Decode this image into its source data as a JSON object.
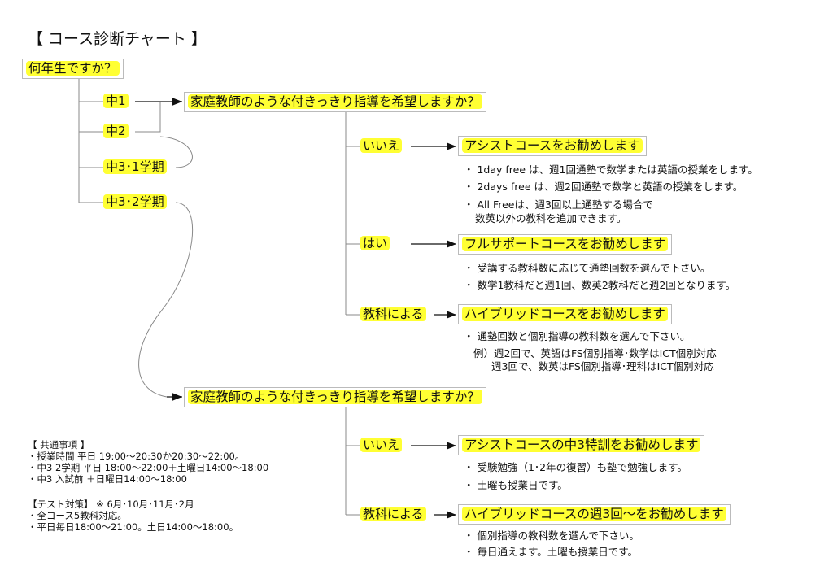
{
  "title": "【 コース診断チャート 】",
  "root_question": "何年生ですか？",
  "grades": [
    "中1",
    "中2",
    "中3･1学期",
    "中3･2学期"
  ],
  "question1": {
    "text": "家庭教師のような付きっきり指導を希望しますか？",
    "answers": [
      {
        "label": "いいえ",
        "result": "アシストコースをお勧めします",
        "bullets": [
          "・ 1day free は、週1回通塾で数学または英語の授業をします。",
          "・ 2days free は、週2回通塾で数学と英語の授業をします。",
          "・ All Freeは、週3回以上通塾する場合で",
          "数英以外の教科を追加できます。"
        ]
      },
      {
        "label": "はい",
        "result": "フルサポートコースをお勧めします",
        "bullets": [
          "・ 受講する教科数に応じて通塾回数を選んで下さい。",
          "・ 数学1教科だと週1回、数英2教科だと週2回となります。"
        ]
      },
      {
        "label": "教科による",
        "result": "ハイブリッドコースをお勧めします",
        "bullets": [
          "・ 通塾回数と個別指導の教科数を選んで下さい。",
          "例）週2回で、英語はFS個別指導･数学はICT個別対応",
          "週3回で、数英はFS個別指導･理科はICT個別対応"
        ]
      }
    ]
  },
  "question2": {
    "text": "家庭教師のような付きっきり指導を希望しますか？",
    "answers": [
      {
        "label": "いいえ",
        "result": "アシストコースの中3特訓をお勧めします",
        "bullets": [
          "・ 受験勉強（1･2年の復習）も塾で勉強します。",
          "・ 土曜も授業日です。"
        ]
      },
      {
        "label": "教科による",
        "result": "ハイブリッドコースの週3回～をお勧めします",
        "bullets": [
          "・ 個別指導の教科数を選んで下さい。",
          "・ 毎日通えます。土曜も授業日です。"
        ]
      }
    ]
  },
  "notes": {
    "common": [
      "【 共通事項 】",
      "・授業時間 平日 19:00～20:30か20:30～22:00。",
      "・中3 2学期  平日 18:00～22:00＋土曜日14:00～18:00",
      "・中3 入試前 ＋日曜日14:00～18:00"
    ],
    "test": [
      "【テスト対策】 ※ 6月･10月･11月･2月",
      "・全コース5教科対応。",
      "・平日毎日18:00～21:00。土日14:00～18:00。"
    ]
  },
  "colors": {
    "highlight": "#ffff33",
    "box_border": "#bbbbbb"
  }
}
